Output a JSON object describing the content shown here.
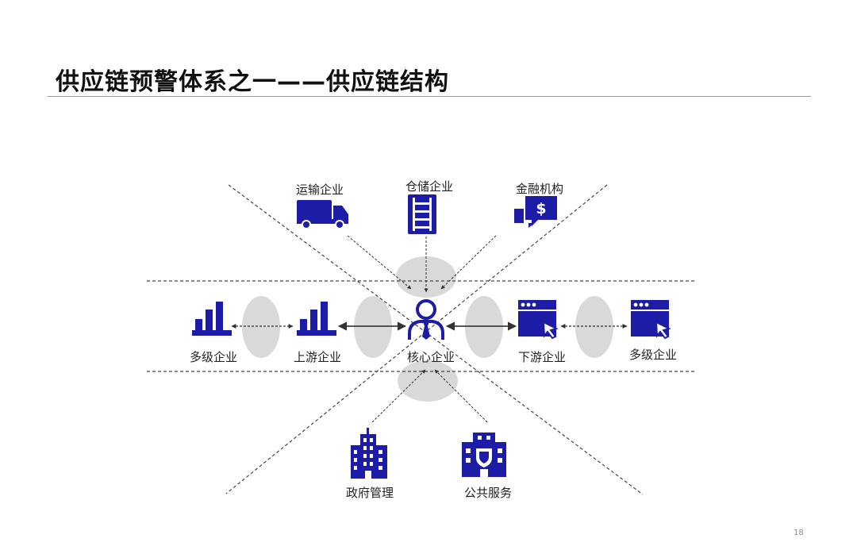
{
  "title": "供应链预警体系之一——供应链结构",
  "page_number": "18",
  "colors": {
    "icon": "#1c1ca6",
    "hub": "#d9d9d9",
    "line": "#333333",
    "rule": "#9a9a9a"
  },
  "nodes": {
    "transport": {
      "label": "运输企业",
      "icon": "truck-icon"
    },
    "warehouse": {
      "label": "仓储企业",
      "icon": "warehouse-shelf-icon"
    },
    "finance": {
      "label": "金融机构",
      "icon": "finance-dollar-icon"
    },
    "multi_upstream": {
      "label": "多级企业",
      "icon": "bar-chart-icon"
    },
    "upstream": {
      "label": "上游企业",
      "icon": "bar-chart-icon"
    },
    "core": {
      "label": "核心企业",
      "icon": "person-tie-icon"
    },
    "downstream": {
      "label": "下游企业",
      "icon": "browser-cursor-icon"
    },
    "multi_downstream": {
      "label": "多级企业",
      "icon": "browser-cursor-icon"
    },
    "government": {
      "label": "政府管理",
      "icon": "office-building-icon"
    },
    "public_service": {
      "label": "公共服务",
      "icon": "public-building-icon"
    }
  }
}
